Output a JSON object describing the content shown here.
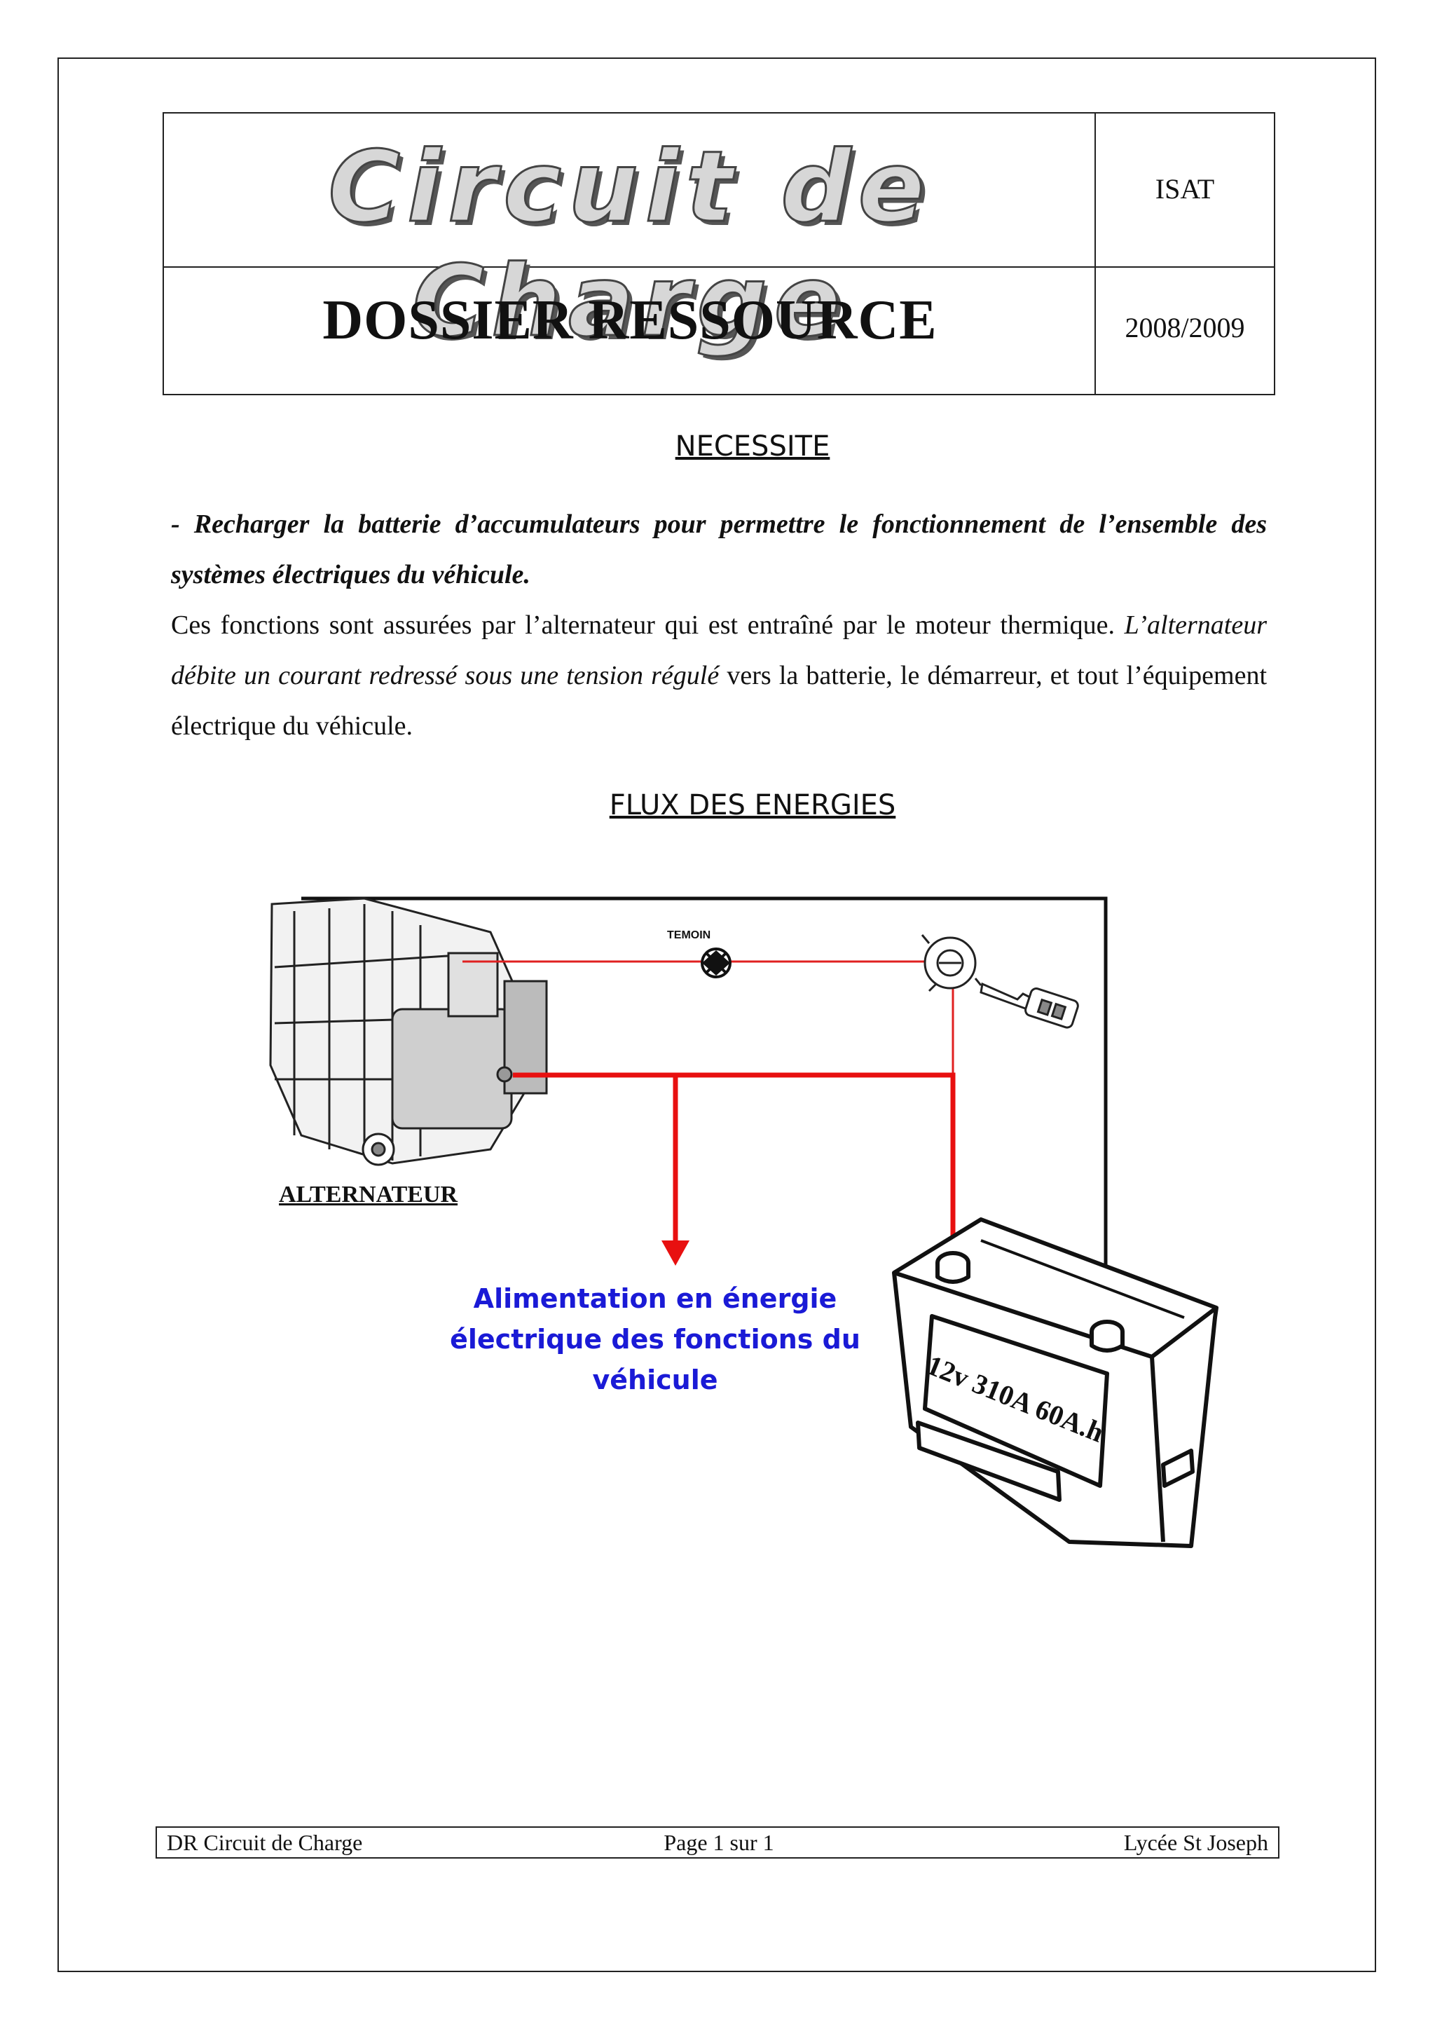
{
  "header": {
    "title": "Circuit de Charge",
    "school_code": "ISAT",
    "subtitle": "DOSSIER RESSOURCE",
    "year": "2008/2009"
  },
  "sections": {
    "necessite": "NECESSITE",
    "flux": "FLUX DES ENERGIES"
  },
  "body": {
    "p1": "- Recharger la batterie d’accumulateurs pour permettre le fonctionnement de l’ensemble des systèmes électriques du véhicule.",
    "p2_a": "Ces fonctions sont assurées par l’alternateur qui est entraîné par le moteur thermique.",
    "p2_italic": "L’alternateur débite un courant redressé sous une tension régulé",
    "p2_b": "vers la batterie, le démarreur, et tout l’équipement électrique du véhicule."
  },
  "diagram": {
    "alternator_label": "ALTERNATEUR",
    "lamp_label": "TEMOIN",
    "output_label": "Alimentation en énergie électrique des fonctions du véhicule",
    "battery_label": "12v 310A 60A.h",
    "colors": {
      "power_line": "#e81010",
      "signal_line": "#e02020",
      "output_text": "#1a1ad6"
    }
  },
  "footer": {
    "left": "DR Circuit de Charge",
    "center": "Page 1 sur 1",
    "right": "Lycée St Joseph"
  }
}
